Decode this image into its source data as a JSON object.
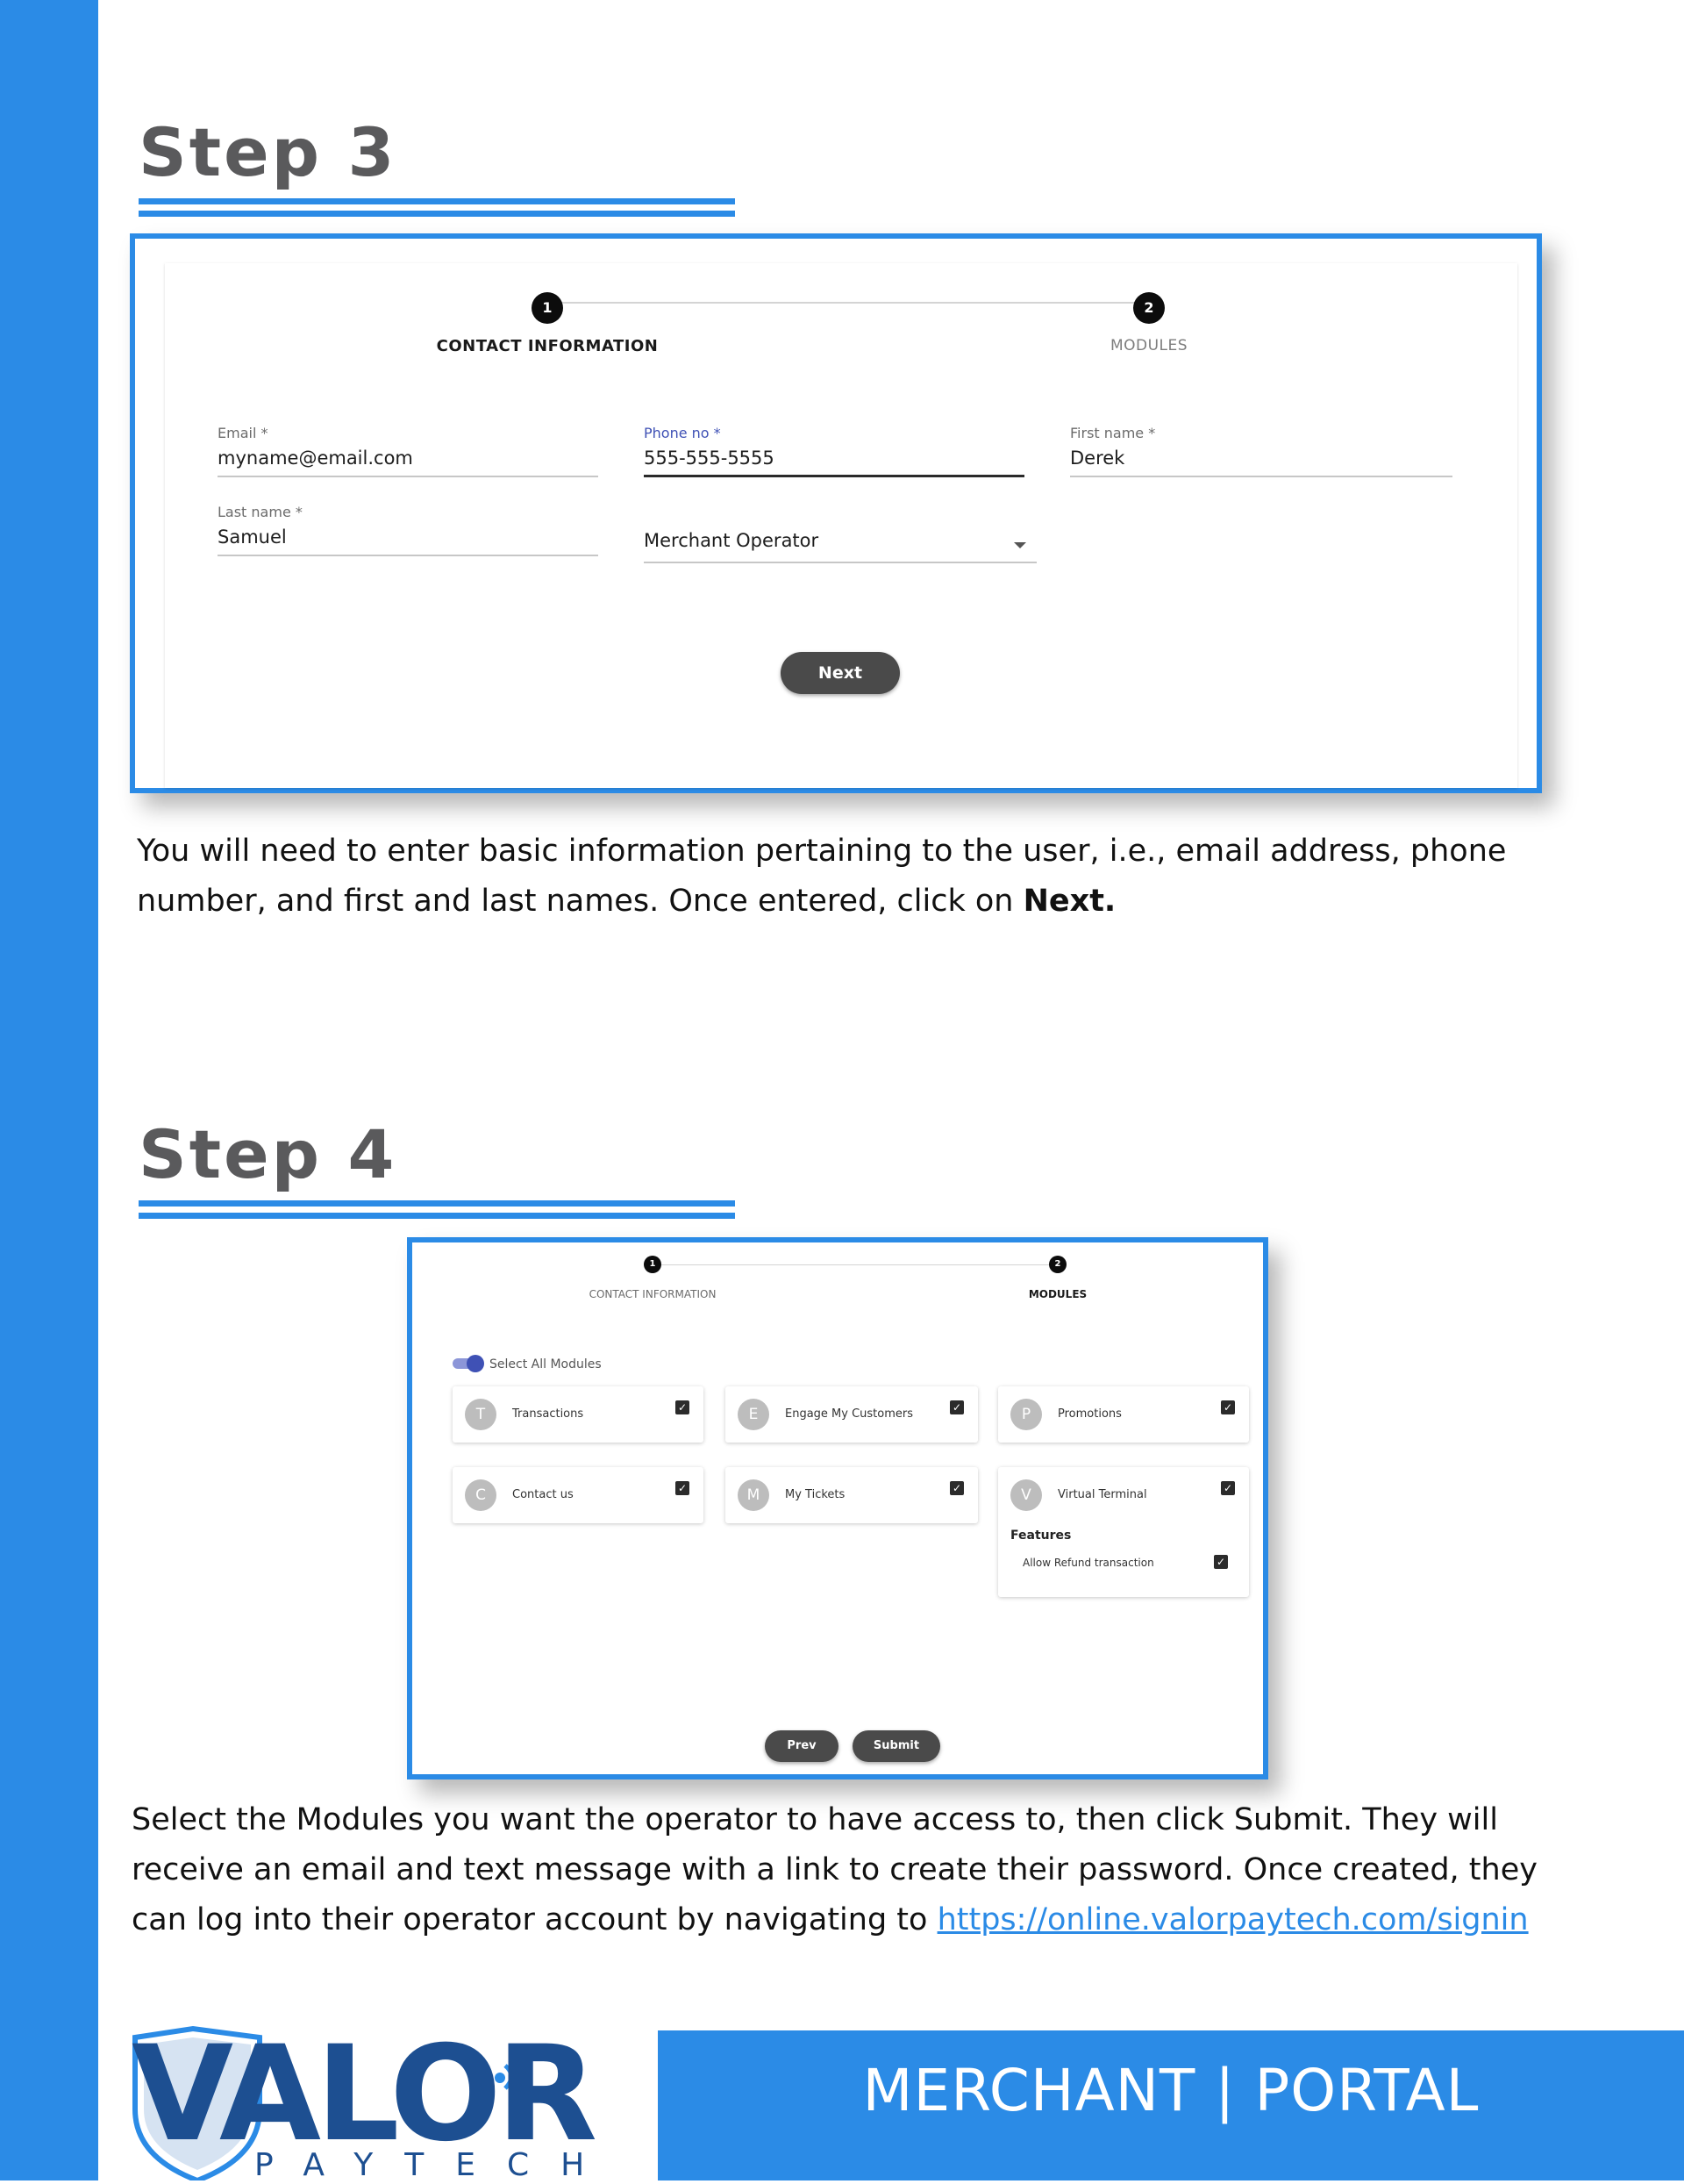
{
  "step3": {
    "title": "Step 3",
    "screenshot": {
      "steps": [
        {
          "number": "1",
          "label": "CONTACT INFORMATION",
          "active": true
        },
        {
          "number": "2",
          "label": "MODULES",
          "active": false
        }
      ],
      "fields": {
        "email": {
          "label": "Email *",
          "value": "myname@email.com"
        },
        "phone": {
          "label": "Phone no *",
          "value": "555-555-5555"
        },
        "first_name": {
          "label": "First name *",
          "value": "Derek"
        },
        "last_name": {
          "label": "Last name *",
          "value": "Samuel"
        },
        "role": {
          "value": "Merchant Operator"
        }
      },
      "next_label": "Next"
    },
    "description_before": "You will need to enter basic information pertaining to the user, i.e., email address, phone number, and first and last names. Once entered, click on ",
    "description_bold": "Next."
  },
  "step4": {
    "title": "Step 4",
    "screenshot": {
      "steps": [
        {
          "number": "1",
          "label": "CONTACT INFORMATION",
          "active": false
        },
        {
          "number": "2",
          "label": "MODULES",
          "active": true
        }
      ],
      "select_all_label": "Select All Modules",
      "modules": [
        {
          "letter": "T",
          "label": "Transactions",
          "checked": true
        },
        {
          "letter": "E",
          "label": "Engage My Customers",
          "checked": true
        },
        {
          "letter": "P",
          "label": "Promotions",
          "checked": true
        },
        {
          "letter": "C",
          "label": "Contact us",
          "checked": true
        },
        {
          "letter": "M",
          "label": "My Tickets",
          "checked": true
        },
        {
          "letter": "V",
          "label": "Virtual Terminal",
          "checked": true
        }
      ],
      "features_heading": "Features",
      "feature_item": "Allow Refund transaction",
      "prev_label": "Prev",
      "submit_label": "Submit"
    },
    "description": "Select the Modules you want the operator to have access to, then click Submit. They will receive an email and text message with a link to create their password. Once created, they can log into their operator account by navigating to ",
    "link_text": "https://online.valorpaytech.com/signin"
  },
  "footer": {
    "logo_word": "VALOR",
    "logo_sub": "PAYTECH",
    "banner": "MERCHANT | PORTAL"
  },
  "colors": {
    "brand_blue": "#2b8be6",
    "navy": "#1d4f91"
  }
}
